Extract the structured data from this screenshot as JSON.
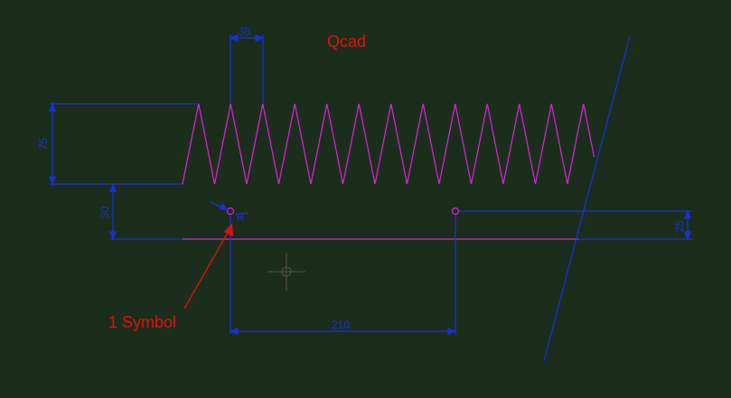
{
  "title": "Qcad",
  "annotation": "1 Symbol",
  "dimensions": {
    "pitch": "35",
    "height": "75",
    "offset": "30",
    "right_offset": "25",
    "base_length": "210",
    "circle_label": "R"
  },
  "colors": {
    "background": "#1b2e1b",
    "dimension": "#1c2fd8",
    "spring": "#e020e0",
    "annotation": "#e01010"
  }
}
